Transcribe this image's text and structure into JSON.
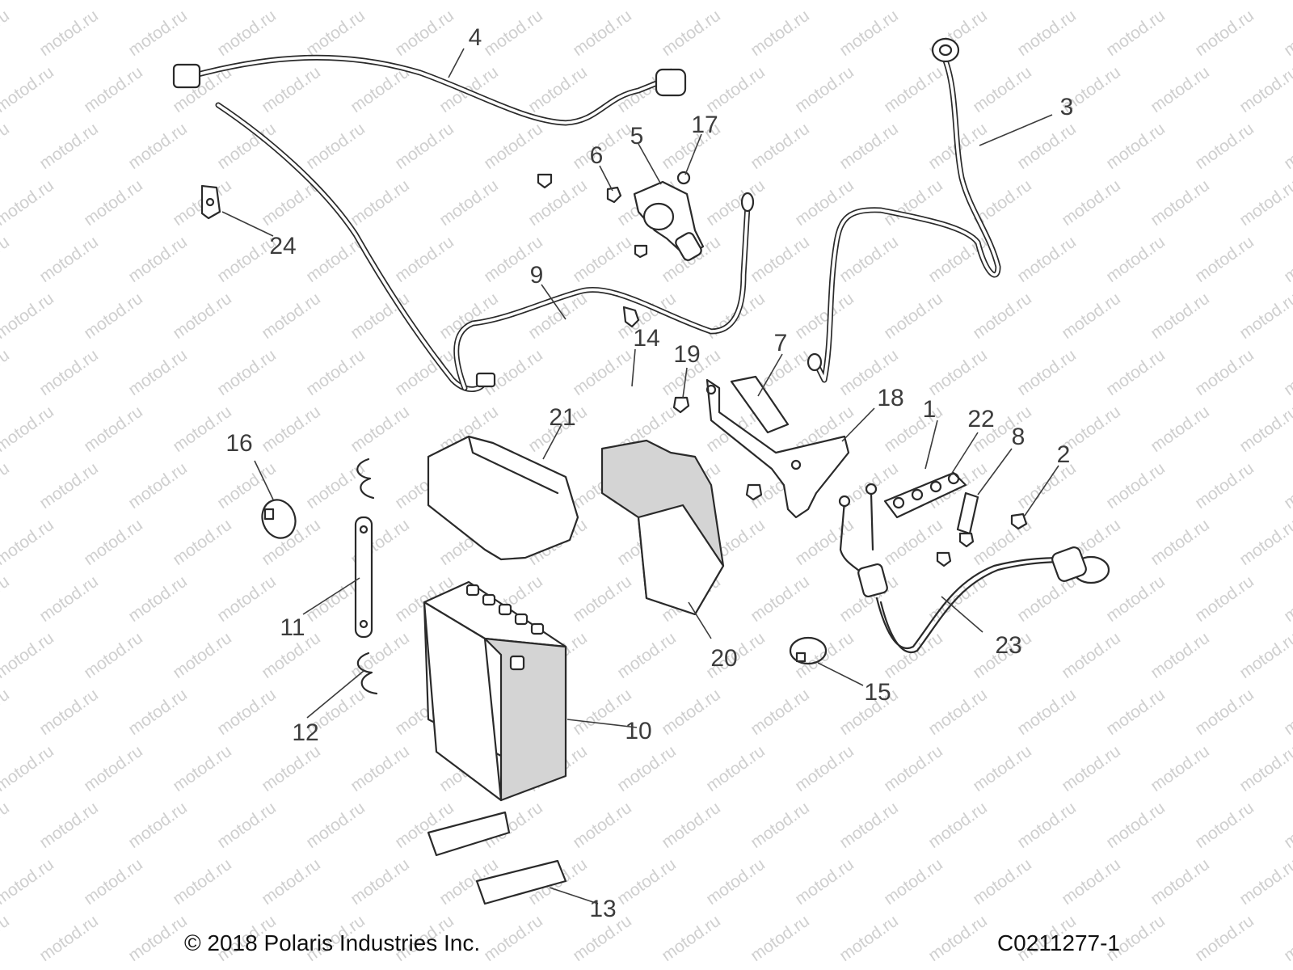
{
  "watermark": {
    "text": "motod.ru"
  },
  "callouts": [
    {
      "id": "c1",
      "text": "1"
    },
    {
      "id": "c2",
      "text": "2"
    },
    {
      "id": "c3",
      "text": "3"
    },
    {
      "id": "c4",
      "text": "4"
    },
    {
      "id": "c5",
      "text": "5"
    },
    {
      "id": "c6",
      "text": "6"
    },
    {
      "id": "c7",
      "text": "7"
    },
    {
      "id": "c8",
      "text": "8"
    },
    {
      "id": "c9",
      "text": "9"
    },
    {
      "id": "c10",
      "text": "10"
    },
    {
      "id": "c11",
      "text": "11"
    },
    {
      "id": "c12",
      "text": "12"
    },
    {
      "id": "c13",
      "text": "13"
    },
    {
      "id": "c14",
      "text": "14"
    },
    {
      "id": "c15",
      "text": "15"
    },
    {
      "id": "c16",
      "text": "16"
    },
    {
      "id": "c17",
      "text": "17"
    },
    {
      "id": "c18",
      "text": "18"
    },
    {
      "id": "c19",
      "text": "19"
    },
    {
      "id": "c20",
      "text": "20"
    },
    {
      "id": "c21",
      "text": "21"
    },
    {
      "id": "c22",
      "text": "22"
    },
    {
      "id": "c23",
      "text": "23"
    },
    {
      "id": "c24",
      "text": "24"
    }
  ],
  "footer": {
    "copyright": "© 2018 Polaris Industries Inc.",
    "diagram_code": "C0211277-1"
  }
}
